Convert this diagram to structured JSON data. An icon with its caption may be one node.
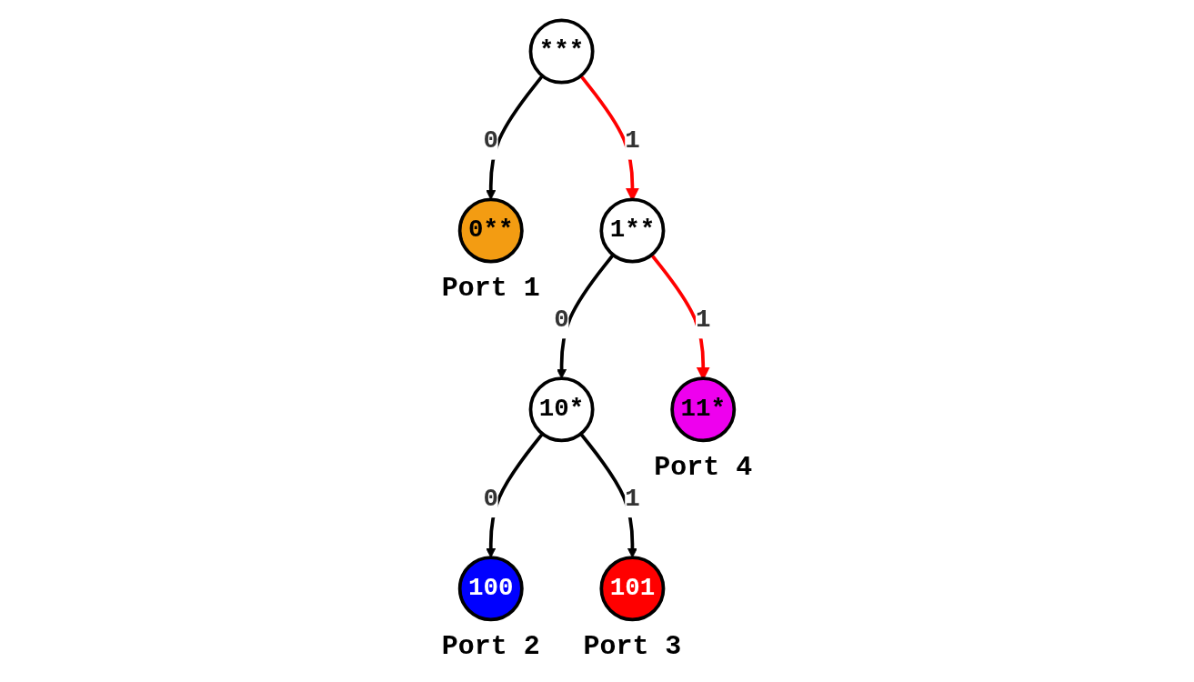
{
  "diagram": {
    "nodes": [
      {
        "text": [
          "***"
        ]
      },
      {
        "text": [
          "0**"
        ],
        "beside": [
          "Port 1"
        ]
      },
      {
        "text": [
          "1**"
        ]
      },
      {
        "text": [
          "10*"
        ]
      },
      {
        "text": [
          "11*"
        ],
        "beside": [
          "Port 4"
        ]
      },
      {
        "text": [
          "100"
        ],
        "beside": [
          "Port 2"
        ]
      },
      {
        "text": [
          "101"
        ],
        "beside": [
          "Port 3"
        ]
      }
    ],
    "edges": [
      {
        "from": 0,
        "to": 1,
        "arrow": "to",
        "label": "0"
      },
      {
        "from": 0,
        "to": 2,
        "arrow": "to",
        "label": "1",
        "color": "#ff0000"
      },
      {
        "from": 2,
        "to": 3,
        "arrow": "to",
        "label": "0"
      },
      {
        "from": 2,
        "to": 4,
        "arrow": "to",
        "label": "1",
        "color": "#ff0000"
      },
      {
        "from": 3,
        "to": 5,
        "arrow": "to",
        "label": "0"
      },
      {
        "from": 3,
        "to": 6,
        "arrow": "to",
        "label": "1"
      }
    ]
  }
}
